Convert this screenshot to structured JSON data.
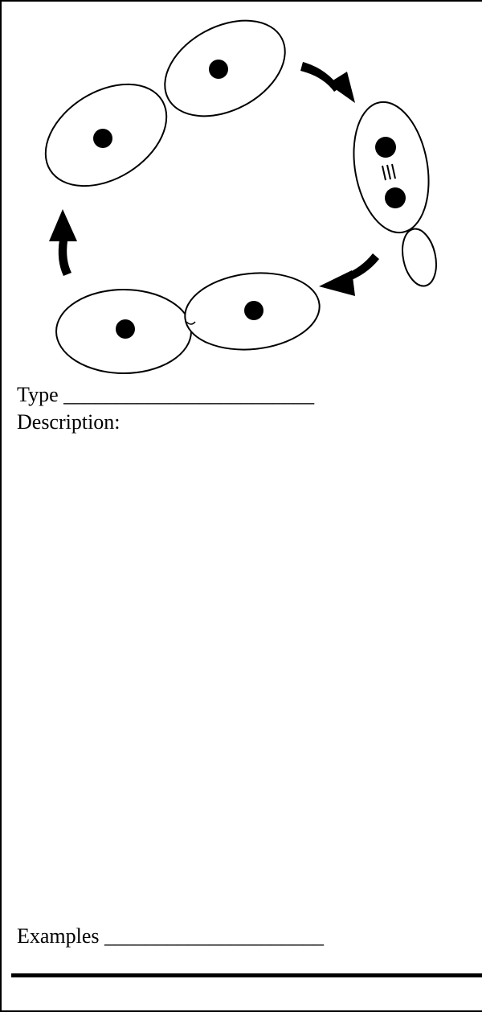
{
  "worksheet": {
    "type_label": "Type",
    "type_blank": "________________________",
    "description_label": "Description:",
    "examples_label": "Examples",
    "examples_blank": "_____________________"
  },
  "figure": {
    "cell_fill": "#ffffff",
    "outline_color": "#000000",
    "arrow_color": "#000000"
  }
}
